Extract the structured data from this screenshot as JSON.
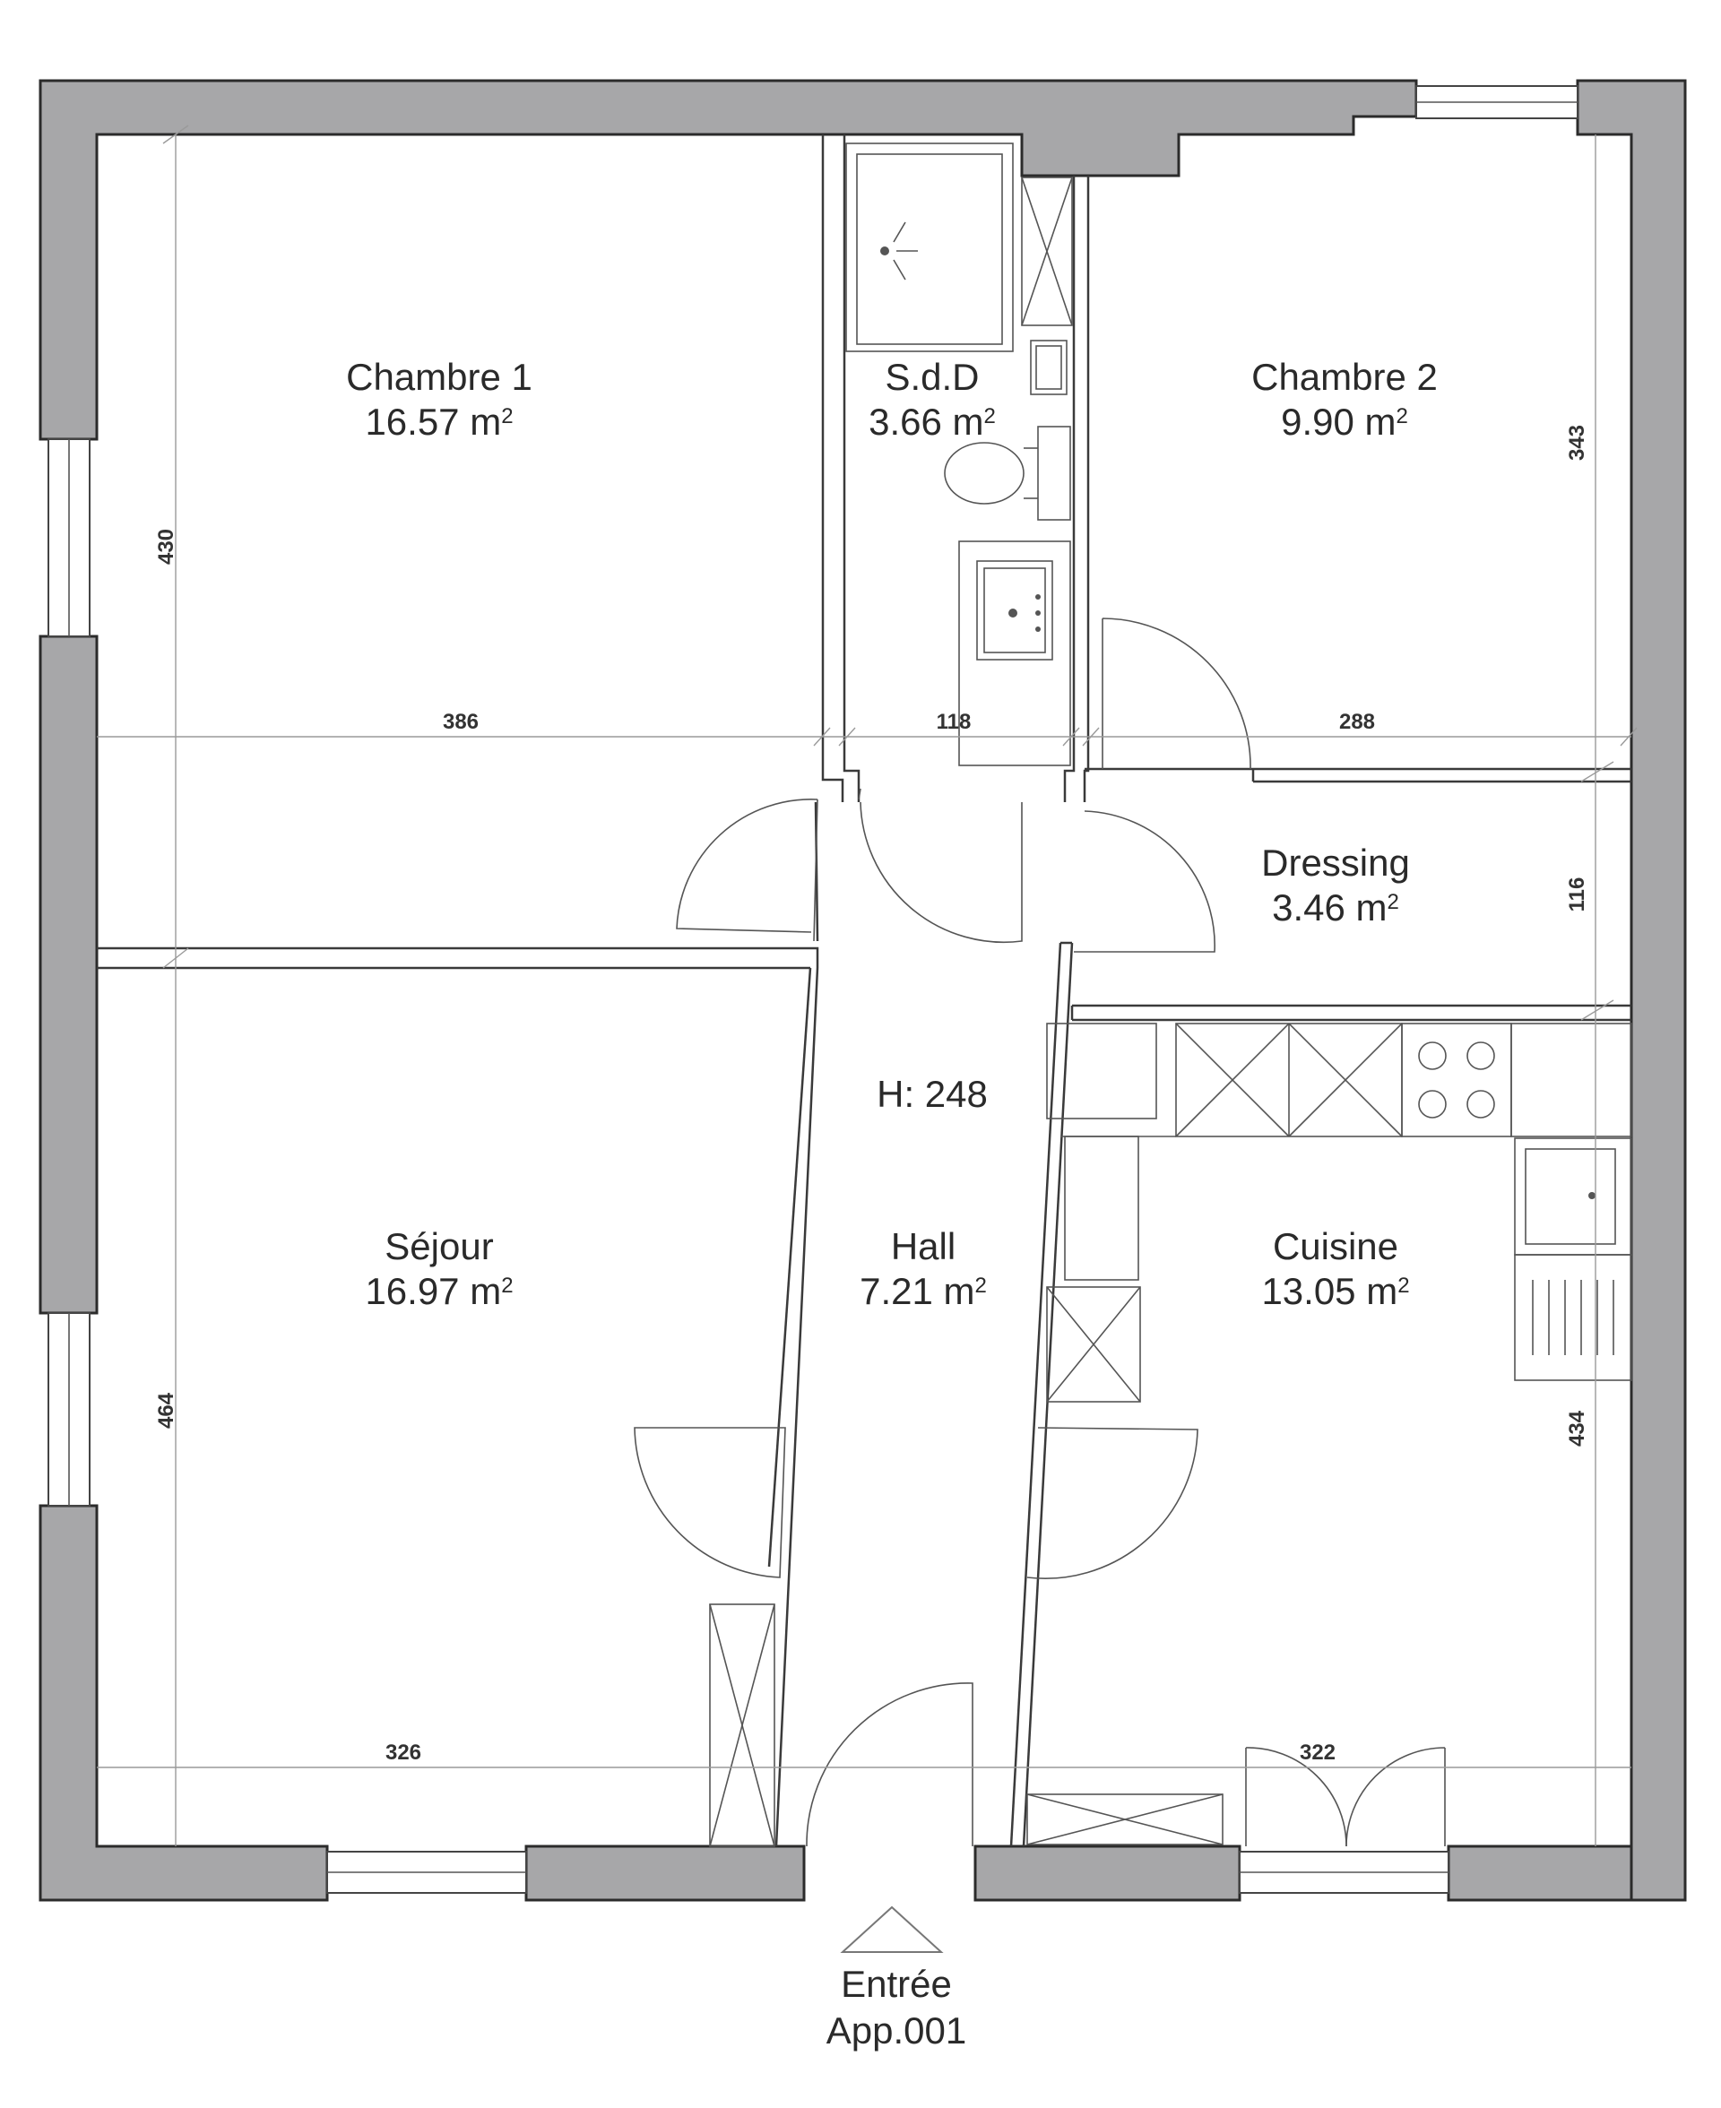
{
  "rooms": {
    "chambre1": {
      "name": "Chambre 1",
      "area": "16.57 m",
      "sup": "2"
    },
    "sdd": {
      "name": "S.d.D",
      "area": "3.66 m",
      "sup": "2"
    },
    "chambre2": {
      "name": "Chambre 2",
      "area": "9.90 m",
      "sup": "2"
    },
    "dressing": {
      "name": "Dressing",
      "area": "3.46 m",
      "sup": "2"
    },
    "sejour": {
      "name": "Séjour",
      "area": "16.97 m",
      "sup": "2"
    },
    "hall": {
      "name": "Hall",
      "area": "7.21 m",
      "sup": "2"
    },
    "cuisine": {
      "name": "Cuisine",
      "area": "13.05 m",
      "sup": "2"
    }
  },
  "height_label": "H: 248",
  "dimensions": {
    "d386": "386",
    "d118": "118",
    "d288": "288",
    "d430": "430",
    "d343": "343",
    "d116": "116",
    "d464": "464",
    "d434": "434",
    "d326": "326",
    "d322": "322"
  },
  "entry": {
    "label": "Entrée",
    "unit": "App.001"
  }
}
